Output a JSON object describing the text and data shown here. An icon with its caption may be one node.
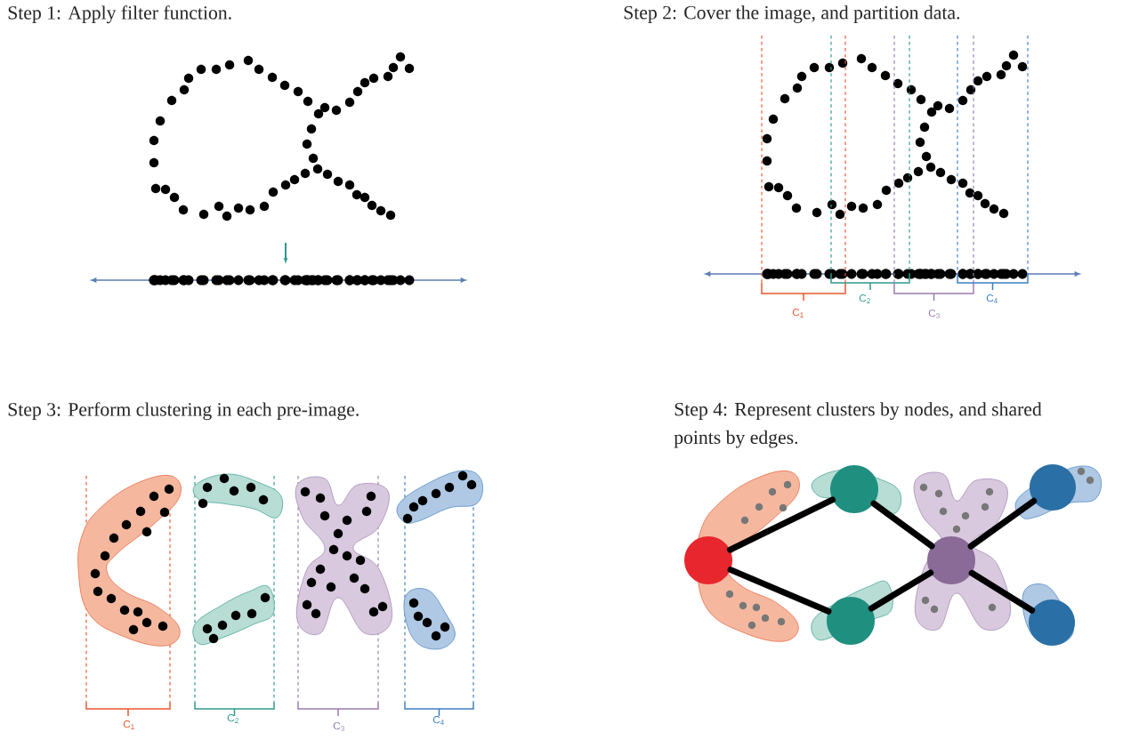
{
  "diagram": {
    "nodes": [
      {
        "text": [],
        "shape": "circle"
      },
      {
        "text": [],
        "shape": "circle"
      },
      {
        "text": [],
        "shape": "circle"
      },
      {
        "text": [],
        "shape": "circle"
      },
      {
        "text": [],
        "shape": "circle"
      },
      {
        "text": [],
        "shape": "circle"
      }
    ],
    "edges": [
      {
        "from": 0,
        "to": 1,
        "arrow": "none"
      },
      {
        "from": 0,
        "to": 2,
        "arrow": "none"
      },
      {
        "from": 1,
        "to": 3,
        "arrow": "none"
      },
      {
        "from": 2,
        "to": 3,
        "arrow": "none"
      },
      {
        "from": 3,
        "to": 4,
        "arrow": "none"
      },
      {
        "from": 3,
        "to": 5,
        "arrow": "none"
      }
    ],
    "labels": [
      "Step 1: Apply filter function.",
      "Step 2: Cover the image, and partition data.",
      "C$_{1}$",
      "C$_{2}$",
      "C$_{3}$",
      "C$_{4}$",
      "Step 3: Perform clustering in each pre-image.",
      "Step 4: Represent clusters by nodes, and shared points by edges.",
      "C$_{1}$",
      "C$_{2}$",
      "C$_{3}$",
      "C$_{4}$"
    ]
  }
}
